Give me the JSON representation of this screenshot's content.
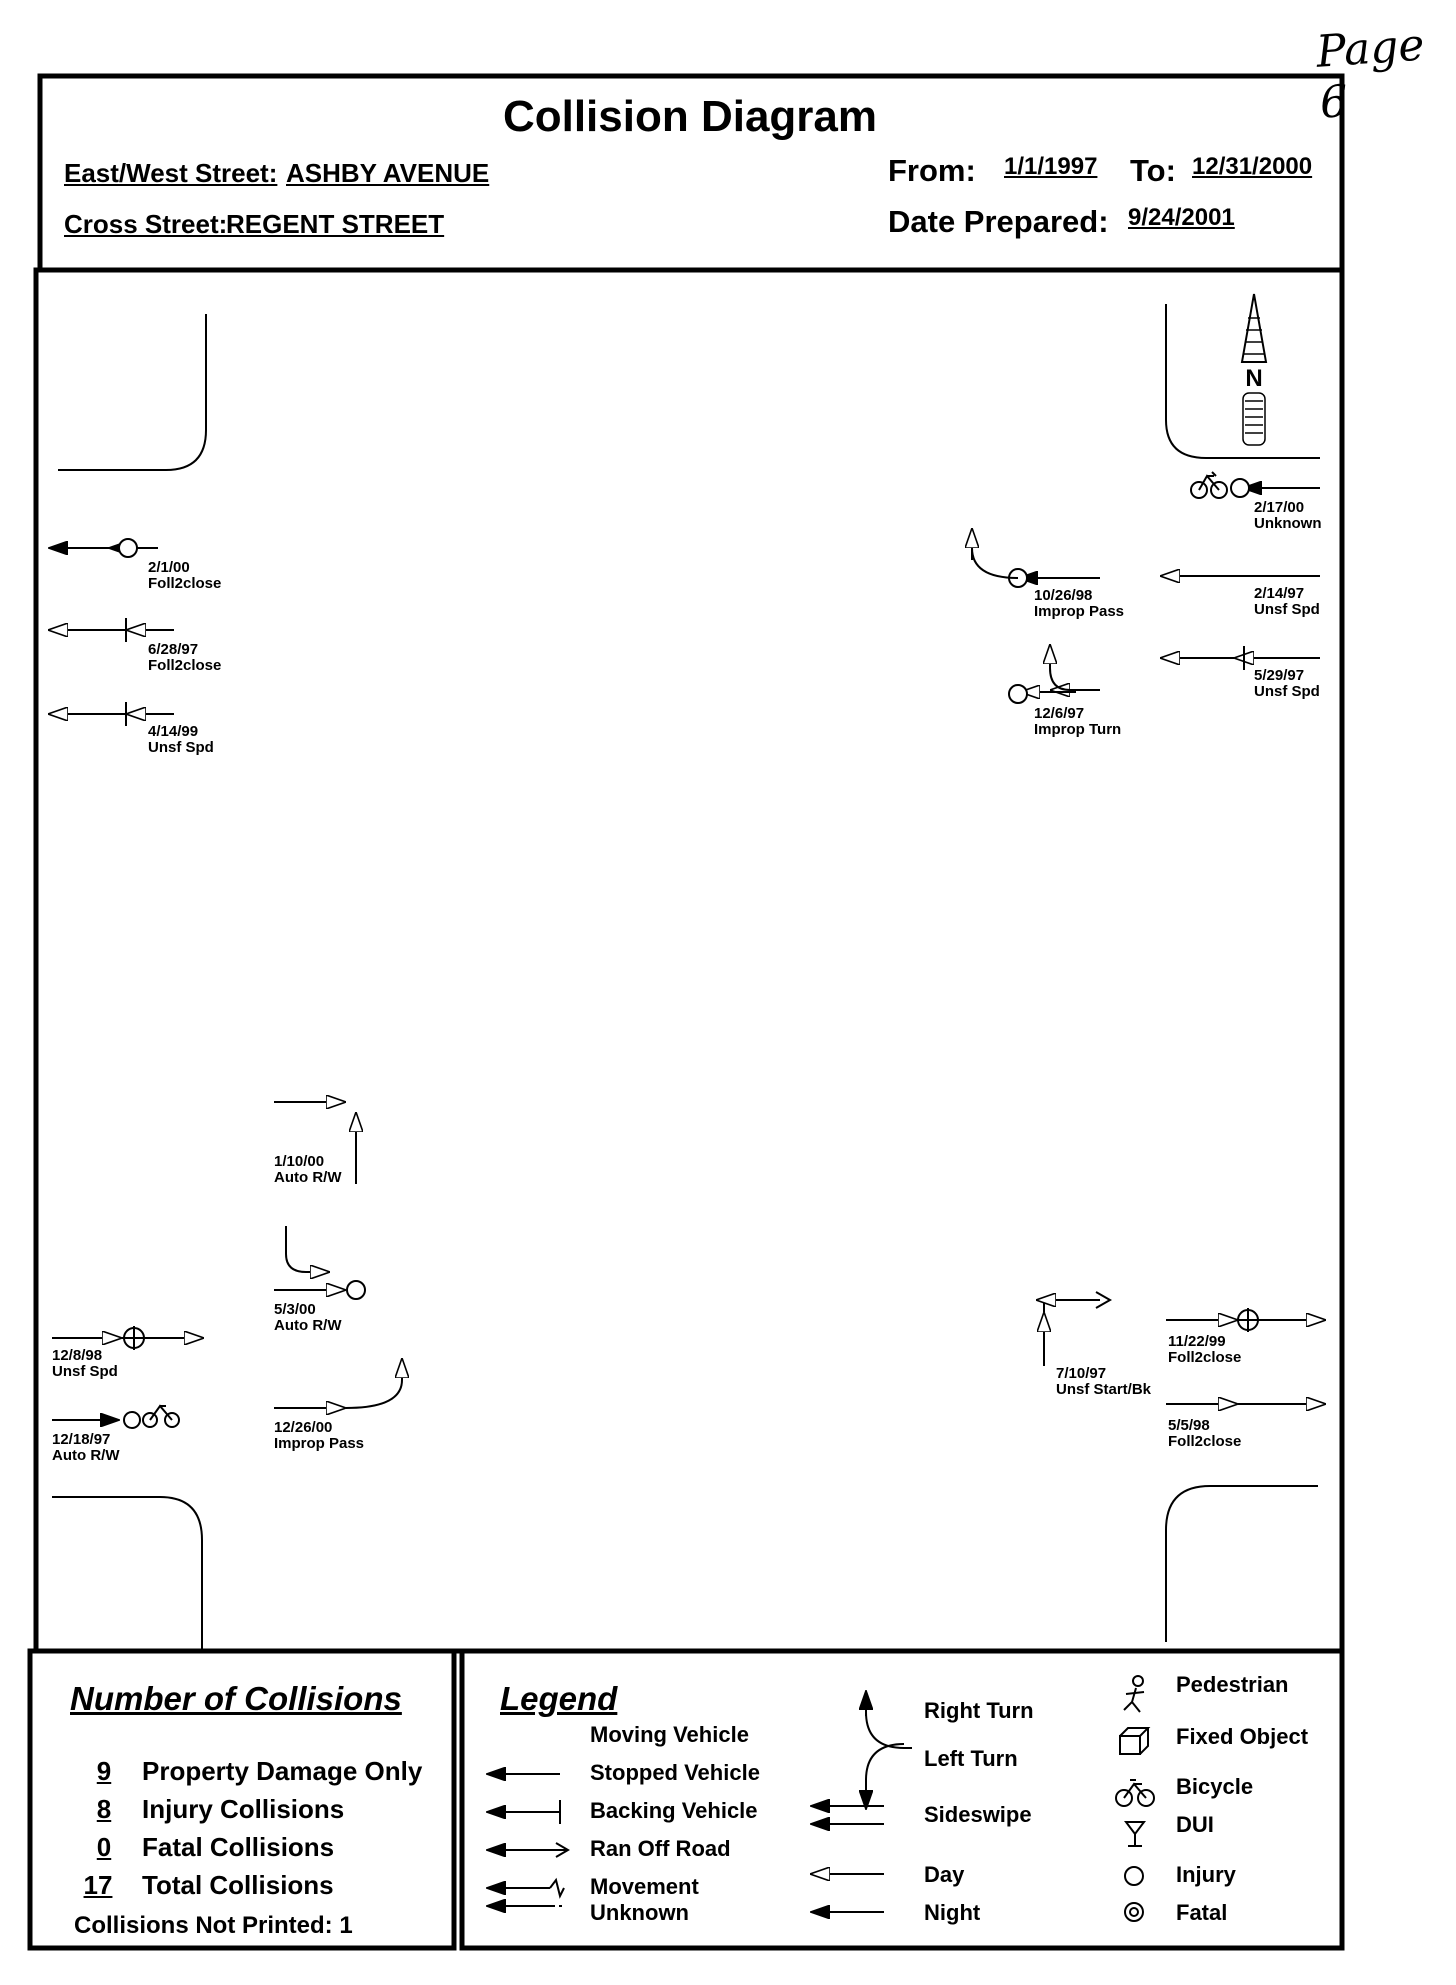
{
  "page_mark": "Page 6",
  "title": "Collision Diagram",
  "header": {
    "ew_label": "East/West Street:",
    "ew_value": "ASHBY AVENUE",
    "cross_label": "Cross Street:",
    "cross_value": "REGENT STREET",
    "from_label": "From:",
    "from_value": "1/1/1997",
    "to_label": "To:",
    "to_value": "12/31/2000",
    "prepared_label": "Date Prepared:",
    "prepared_value": "9/24/2001"
  },
  "collisions": [
    {
      "date": "2/17/00",
      "cause": "Unknown"
    },
    {
      "date": "2/1/00",
      "cause": "Foll2close"
    },
    {
      "date": "6/28/97",
      "cause": "Foll2close"
    },
    {
      "date": "4/14/99",
      "cause": "Unsf Spd"
    },
    {
      "date": "10/26/98",
      "cause": "Improp Pass"
    },
    {
      "date": "2/14/97",
      "cause": "Unsf Spd"
    },
    {
      "date": "5/29/97",
      "cause": "Unsf Spd"
    },
    {
      "date": "12/6/97",
      "cause": "Improp Turn"
    },
    {
      "date": "1/10/00",
      "cause": "Auto R/W"
    },
    {
      "date": "5/3/00",
      "cause": "Auto R/W"
    },
    {
      "date": "12/8/98",
      "cause": "Unsf Spd"
    },
    {
      "date": "12/18/97",
      "cause": "Auto R/W"
    },
    {
      "date": "12/26/00",
      "cause": "Improp Pass"
    },
    {
      "date": "7/10/97",
      "cause": "Unsf Start/Bk"
    },
    {
      "date": "11/22/99",
      "cause": "Foll2close"
    },
    {
      "date": "5/5/98",
      "cause": "Foll2close"
    }
  ],
  "north_label": "N",
  "counts": {
    "title": "Number of Collisions",
    "rows": [
      {
        "num": "9",
        "label": "Property Damage Only"
      },
      {
        "num": "8",
        "label": "Injury Collisions"
      },
      {
        "num": "0",
        "label": "Fatal Collisions"
      },
      {
        "num": "17",
        "label": "Total Collisions"
      }
    ],
    "not_printed": "Collisions Not Printed: 1"
  },
  "legend": {
    "title": "Legend",
    "col1": [
      "Moving Vehicle",
      "Stopped Vehicle",
      "Backing Vehicle",
      "Ran Off Road",
      "Movement\nUnknown"
    ],
    "col2": [
      "Right Turn",
      "Left Turn",
      "Sideswipe",
      "Day",
      "Night"
    ],
    "col3": [
      "Pedestrian",
      "Fixed Object",
      "Bicycle",
      "DUI",
      "Injury",
      "Fatal"
    ]
  }
}
